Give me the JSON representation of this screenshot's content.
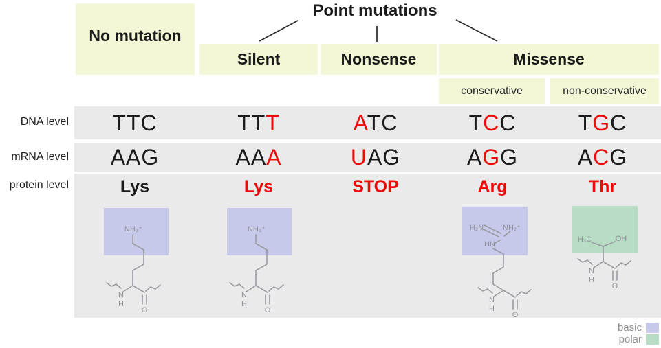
{
  "title": "Point mutations",
  "headers": {
    "no_mutation": "No mutation",
    "silent": "Silent",
    "nonsense": "Nonsense",
    "missense": "Missense",
    "conservative": "conservative",
    "non_conservative": "non-conservative"
  },
  "row_labels": {
    "dna": "DNA level",
    "mrna": "mRNA level",
    "protein": "protein level"
  },
  "columns": [
    {
      "name": "no-mutation",
      "dna": [
        [
          "TTC",
          "k"
        ]
      ],
      "mrna": [
        [
          "AAG",
          "k"
        ]
      ],
      "protein": [
        [
          "Lys",
          "k"
        ]
      ],
      "amino_acid": "lysine",
      "highlight": "basic"
    },
    {
      "name": "silent",
      "dna": [
        [
          "TT",
          "k"
        ],
        [
          "T",
          "r"
        ]
      ],
      "mrna": [
        [
          "AA",
          "k"
        ],
        [
          "A",
          "r"
        ]
      ],
      "protein": [
        [
          "Lys",
          "r"
        ]
      ],
      "amino_acid": "lysine",
      "highlight": "basic"
    },
    {
      "name": "nonsense",
      "dna": [
        [
          "A",
          "r"
        ],
        [
          "TC",
          "k"
        ]
      ],
      "mrna": [
        [
          "U",
          "r"
        ],
        [
          "AG",
          "k"
        ]
      ],
      "protein": [
        [
          "STOP",
          "r"
        ]
      ],
      "amino_acid": null,
      "highlight": null
    },
    {
      "name": "missense-conservative",
      "dna": [
        [
          "T",
          "k"
        ],
        [
          "C",
          "r"
        ],
        [
          "C",
          "k"
        ]
      ],
      "mrna": [
        [
          "A",
          "k"
        ],
        [
          "G",
          "r"
        ],
        [
          "G",
          "k"
        ]
      ],
      "protein": [
        [
          "Arg",
          "r"
        ]
      ],
      "amino_acid": "arginine",
      "highlight": "basic"
    },
    {
      "name": "missense-non-conservative",
      "dna": [
        [
          "T",
          "k"
        ],
        [
          "G",
          "r"
        ],
        [
          "C",
          "k"
        ]
      ],
      "mrna": [
        [
          "A",
          "k"
        ],
        [
          "C",
          "r"
        ],
        [
          "G",
          "k"
        ]
      ],
      "protein": [
        [
          "Thr",
          "r"
        ]
      ],
      "amino_acid": "threonine",
      "highlight": "polar"
    }
  ],
  "structures": {
    "lysine": {
      "amine": "NH₃⁺"
    },
    "arginine": {
      "left_amine": "H₂N",
      "right_amine": "NH₂⁺",
      "imino": "HN"
    },
    "threonine": {
      "methyl": "H₃C",
      "hydroxyl": "OH"
    },
    "backbone": {
      "n": "N",
      "h": "H",
      "o": "O"
    }
  },
  "legend": [
    {
      "label": "basic",
      "color": "#c6c9e9"
    },
    {
      "label": "polar",
      "color": "#b7ddc5"
    }
  ],
  "colors": {
    "mutation_red": "#ef0a0a",
    "header_bg": "#f3f7d6",
    "row_bg": "#eaeaea",
    "basic_highlight": "#c6c9e9",
    "polar_highlight": "#b7ddc5"
  }
}
